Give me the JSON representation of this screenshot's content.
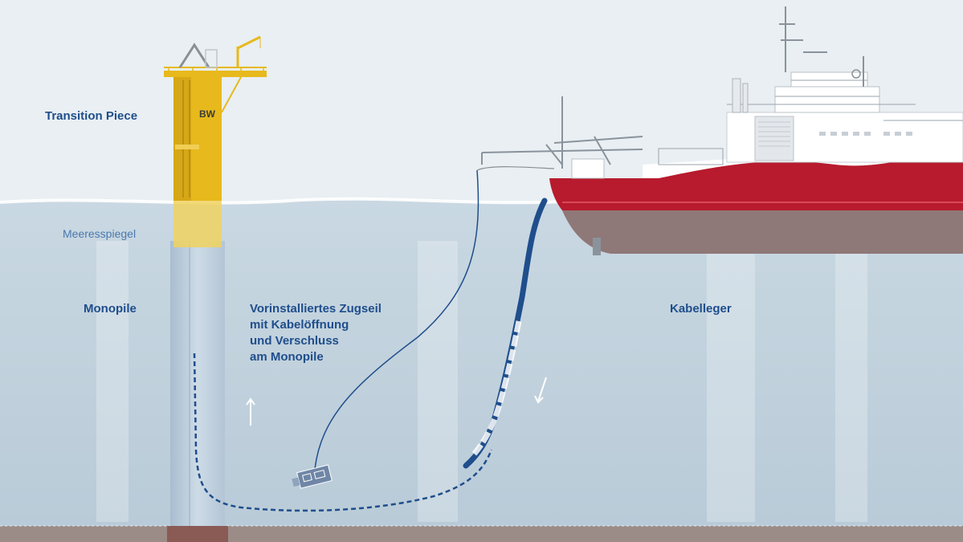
{
  "labels": {
    "transition_piece": "Transition Piece",
    "sea_level": "Meeresspiegel",
    "monopile": "Monopile",
    "pull_rope_lines": [
      "Vorinstalliertes Zugseil",
      "mit Kabelöffnung",
      "und Verschluss",
      "am Monopile"
    ],
    "cable_layer": "Kabelleger",
    "tp_marking": "BW"
  },
  "colors": {
    "sky": "#e9eff2",
    "water": "#c3d3de",
    "seabed": "#9c8c88",
    "transition_piece": "#e7b91c",
    "monopile": "#b8c9d9",
    "ship_hull_red": "#b71b2d",
    "ship_hull_bottom": "#8f7878",
    "cable": "#1f4e8c",
    "label_text": "#1f4e8c"
  }
}
